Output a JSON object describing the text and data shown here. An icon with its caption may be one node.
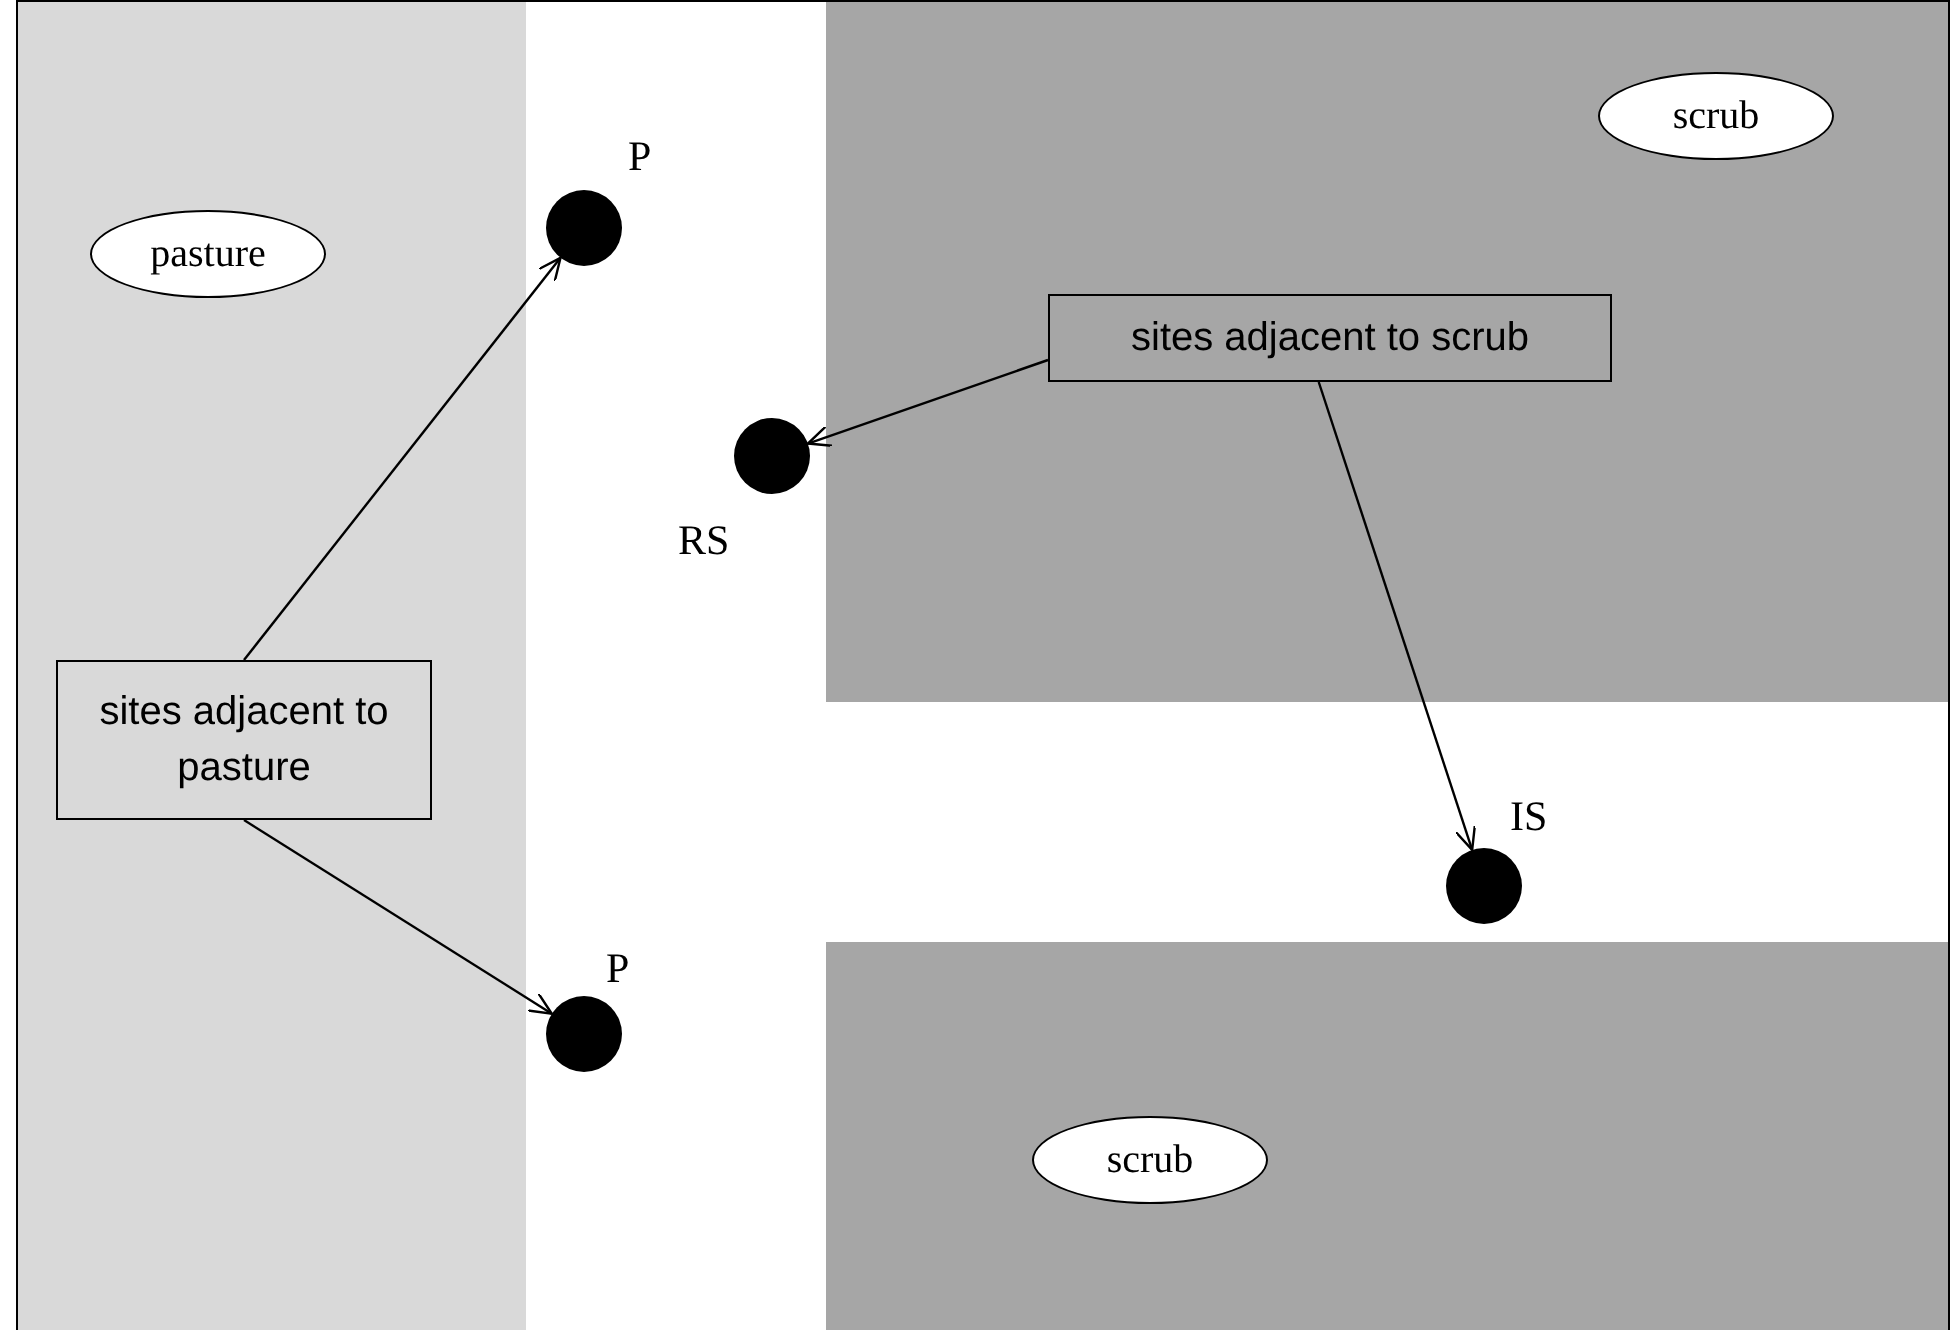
{
  "diagram": {
    "nodes": [
      {
        "text": [
          "scrub"
        ]
      },
      {
        "text": [],
        "shape": "circle",
        "beside": [
          "P"
        ]
      },
      {
        "text": [
          "pasture"
        ]
      },
      {
        "text": [
          "sites adjacent to scrub"
        ]
      },
      {
        "text": [],
        "shape": "circle",
        "beside": [
          "RS"
        ]
      },
      {
        "text": [
          "sites adjacent to pasture"
        ]
      },
      {
        "text": [],
        "shape": "circle",
        "beside": [
          "IS"
        ]
      },
      {
        "text": [],
        "shape": "circle",
        "beside": [
          "P"
        ]
      },
      {
        "text": [
          "scrub"
        ]
      }
    ],
    "edges": [
      {
        "from": 5,
        "to": 1,
        "arrow": "to"
      },
      {
        "from": 5,
        "to": 7,
        "arrow": "to"
      },
      {
        "from": 3,
        "to": 4,
        "arrow": "to"
      },
      {
        "from": 3,
        "to": 6,
        "arrow": "to"
      }
    ]
  }
}
